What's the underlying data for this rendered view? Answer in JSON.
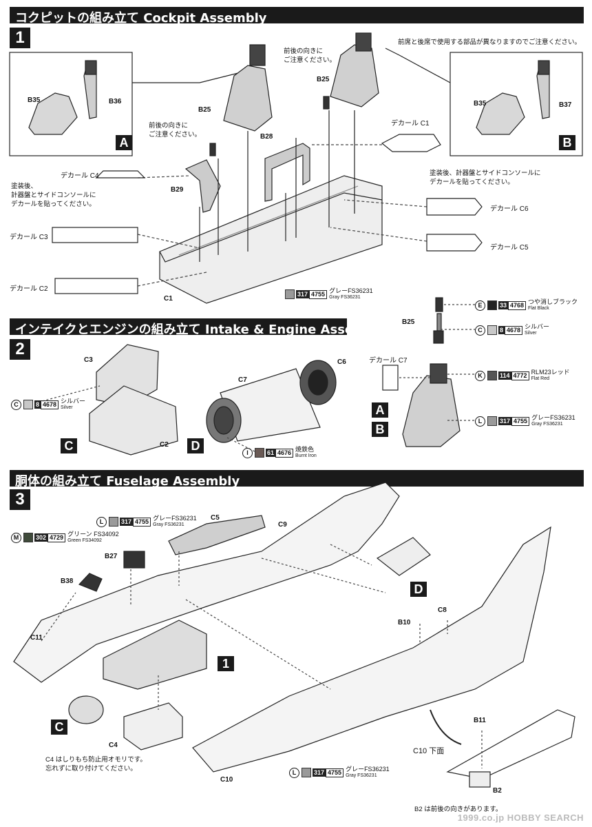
{
  "sections": [
    {
      "title": "コクピットの組み立て Cockpit Assembly",
      "step": "1"
    },
    {
      "title": "インテイクとエンジンの組み立て Intake & Engine Assembly",
      "step": "2"
    },
    {
      "title": "胴体の組み立て Fuselage Assembly",
      "step": "3"
    }
  ],
  "step1": {
    "inset_a_label": "A",
    "inset_b_label": "B",
    "inset_a_parts": [
      "B35",
      "B36"
    ],
    "inset_b_parts": [
      "B35",
      "B37"
    ],
    "note_front_rear_seat": "前席と後席で使用する部品が異なりますのでご注意ください。",
    "note_direction_1": "前後の向きに\nご注意ください。",
    "note_direction_2": "前後の向きに\nご注意ください。",
    "note_after_paint_left": "塗装後、\n計器盤とサイドコンソールに\nデカールを貼ってください。",
    "note_after_paint_right": "塗装後、計器盤とサイドコンソールに\nデカールを貼ってください。",
    "parts": {
      "b25_left": "B25",
      "b25_right": "B25",
      "b28": "B28",
      "b29": "B29",
      "c1": "C1"
    },
    "decals": {
      "c1": "デカール C1",
      "c2": "デカール C2",
      "c3": "デカール C3",
      "c4": "デカール C4",
      "c5": "デカール C5",
      "c6": "デカール C6"
    },
    "paint_gray": {
      "code1": "317",
      "code2": "4755",
      "jp": "グレーFS36231",
      "en": "Gray FS36231",
      "color": "#9a9a9a"
    }
  },
  "step2": {
    "parts": {
      "c3": "C3",
      "c2": "C2",
      "c6": "C6",
      "c7": "C7",
      "b25": "B25"
    },
    "label_c": "C",
    "label_d": "D",
    "label_a": "A",
    "label_b": "B",
    "decal_c7": "デカール C7",
    "paints": {
      "silver_left": {
        "mark": "C",
        "code1": "8",
        "code2": "4678",
        "jp": "シルバー",
        "en": "Silver",
        "color": "#c8c8c8"
      },
      "burnt_iron": {
        "mark": "I",
        "code1": "61",
        "code2": "4676",
        "jp": "焼鉄色",
        "en": "Burnt Iron",
        "color": "#6a5a55"
      },
      "flat_black": {
        "mark": "E",
        "code1": "33",
        "code2": "4768",
        "jp": "つや消しブラック",
        "en": "Flat Black",
        "color": "#222222"
      },
      "silver_right": {
        "mark": "C",
        "code1": "8",
        "code2": "4678",
        "jp": "シルバー",
        "en": "Silver",
        "color": "#c8c8c8"
      },
      "red": {
        "mark": "K",
        "code1": "114",
        "code2": "4772",
        "jp": "RLM23レッド",
        "en": "Flat Red",
        "color": "#555555"
      },
      "gray": {
        "mark": "L",
        "code1": "317",
        "code2": "4755",
        "jp": "グレーFS36231",
        "en": "Gray FS36231",
        "color": "#9a9a9a"
      }
    }
  },
  "step3": {
    "parts": {
      "c5": "C5",
      "c9": "C9",
      "b27": "B27",
      "b38": "B38",
      "c11": "C11",
      "c4": "C4",
      "c10": "C10",
      "b10": "B10",
      "c8": "C8",
      "b11": "B11",
      "b2": "B2"
    },
    "label_d": "D",
    "label_c": "C",
    "label_1": "1",
    "paints": {
      "gray_top": {
        "mark": "L",
        "code1": "317",
        "code2": "4755",
        "jp": "グレーFS36231",
        "en": "Gray FS36231",
        "color": "#9a9a9a"
      },
      "green": {
        "mark": "M",
        "code1": "302",
        "code2": "4729",
        "jp": "グリーン FS34092",
        "en": "Green FS34092",
        "color": "#3f4a3a"
      },
      "gray_bottom": {
        "mark": "L",
        "code1": "317",
        "code2": "4755",
        "jp": "グレーFS36231",
        "en": "Gray FS36231",
        "color": "#9a9a9a"
      }
    },
    "note_c4": "C4 はしりもち防止用オモリです。\n忘れずに取り付けてください。",
    "c10_underside": "C10 下面",
    "note_b2": "B2 は前後の向きがあります。"
  },
  "watermark": "1999.co.jp HOBBY SEARCH"
}
